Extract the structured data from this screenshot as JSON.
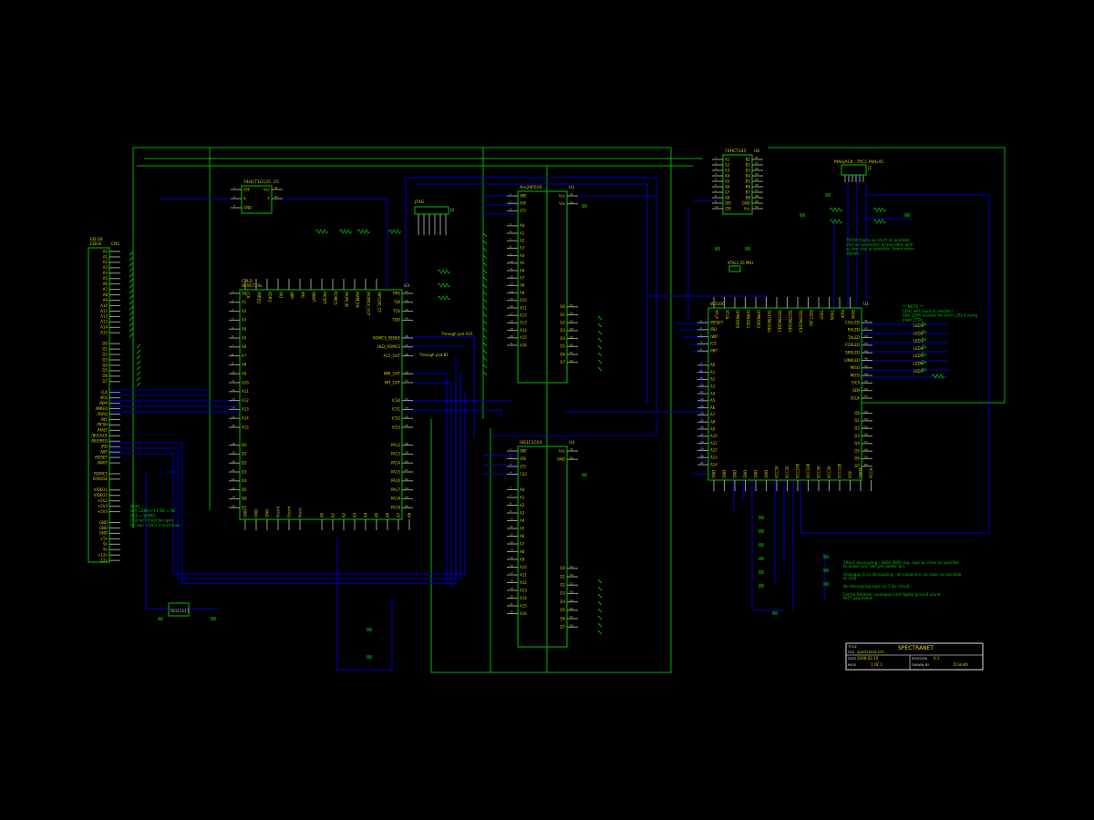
{
  "colors": {
    "background": "#000000",
    "component": "#00a000",
    "wire": "#0000c8",
    "text": "#d0d000",
    "note": "#00c000"
  },
  "title_block": {
    "title_label": "TITLE",
    "title": "SPECTRANET",
    "file_label": "FILE",
    "file": "spectranet.sch",
    "date_label": "DATE",
    "date": "2008-02-10",
    "page_label": "PAGE",
    "page": "1 OF 1",
    "revision_label": "REVISION",
    "revision": "0.1",
    "drawn_label": "DRAWN BY",
    "drawn": "D.Smith"
  },
  "components": {
    "edge": {
      "name": "ED-56",
      "sub": "EDGE",
      "ref": "CN1",
      "pins": [
        "A0",
        "A1",
        "A2",
        "A3",
        "A4",
        "A5",
        "A6",
        "A7",
        "A8",
        "A9",
        "A10",
        "A11",
        "A12",
        "A13",
        "A14",
        "A15",
        "",
        "D0",
        "D1",
        "D2",
        "D3",
        "D4",
        "D5",
        "D6",
        "D7",
        "",
        "CLK",
        "/IRQ",
        "/NMI",
        "/MREQ",
        "/IORQ",
        "/M1",
        "/RFSH",
        "/HALT",
        "/BUSACK",
        "/BUSREQ",
        "/RD",
        "/WR",
        "/RESET",
        "/WAIT",
        "",
        "ROMCS",
        "IORQGE",
        "",
        "VIDEO1",
        "VIDEO2",
        "+5V2",
        "+5V3",
        "+5V4",
        "",
        "GND",
        "GND",
        "GND",
        "+5v",
        "9v",
        "9v",
        "+12v",
        "-12v"
      ]
    },
    "cpld": {
      "name": "CPLD",
      "sub": "XC9572XL",
      "ref": "U3",
      "left": [
        "A0",
        "A1",
        "A2",
        "A3",
        "A4",
        "A5",
        "A6",
        "A7",
        "A8",
        "A9",
        "A10",
        "A11",
        "A12",
        "A13",
        "A14",
        "A15",
        "",
        "D0",
        "D1",
        "D2",
        "D3",
        "D4",
        "D5",
        "D6",
        "D7"
      ],
      "right": [
        "TMS",
        "TDI",
        "TCK",
        "TDO",
        "",
        "ROMCS_SENSE",
        "HLD_ROMCS",
        "A15_OUT",
        "",
        "NMI_OUT",
        "INT_OUT",
        "",
        "/CS0",
        "/CS1",
        "/CS2",
        "/CS3",
        "",
        "PA12",
        "PA13",
        "PA14",
        "PA15",
        "PA16",
        "PA17",
        "PA18",
        "PA19"
      ],
      "top": [
        "CLK",
        "/MREQ",
        "/IORQ",
        "/RD",
        "/WR",
        "/M1",
        "/WAIT",
        "/RESET",
        "ROMCS",
        "/ROM_IN",
        "/RAM_EN",
        "/ROMCS_OUT",
        "/W5100_CS"
      ],
      "bottom": [
        "GND",
        "GND",
        "GND",
        "Vccint",
        "Vccint",
        "Vccio",
        "",
        "A0",
        "A1",
        "A2",
        "A3",
        "A4",
        "A5",
        "A6",
        "A7",
        "A8"
      ]
    },
    "buffer": {
      "name": "74HCT1G125",
      "ref": "U5",
      "left": [
        "/OE",
        "A",
        "GND"
      ],
      "right": [
        "Vcc",
        "Y"
      ]
    },
    "flash": {
      "name": "Am29F010",
      "ref": "U2",
      "left": [
        "/WE",
        "/OE",
        "/CS",
        "",
        "A0",
        "A1",
        "A2",
        "A3",
        "A4",
        "A5",
        "A6",
        "A7",
        "A8",
        "A9",
        "A10",
        "A11",
        "A12",
        "A13",
        "A14",
        "A15",
        "A16"
      ],
      "right": [
        "Vcc",
        "Vss",
        "",
        "",
        "",
        "",
        "",
        "",
        "",
        "",
        "",
        "",
        "",
        "",
        "D0",
        "D1",
        "D2",
        "D3",
        "D4",
        "D5",
        "D6",
        "D7"
      ]
    },
    "sram": {
      "name": "IS61C1024",
      "ref": "U4",
      "left": [
        "/WE",
        "/OE",
        "/CS",
        "CS2",
        "",
        "A0",
        "A1",
        "A2",
        "A3",
        "A4",
        "A5",
        "A6",
        "A7",
        "A8",
        "A9",
        "A10",
        "A11",
        "A12",
        "A13",
        "A14",
        "A15",
        "A16"
      ],
      "right": [
        "Vcc",
        "GND",
        "",
        "",
        "",
        "",
        "",
        "",
        "",
        "",
        "",
        "",
        "",
        "",
        "D0",
        "D1",
        "D2",
        "D3",
        "D4",
        "D5",
        "D6",
        "D7"
      ]
    },
    "w5100": {
      "name": "W5100",
      "ref": "U1",
      "left": [
        "/RESET",
        "/RD",
        "/WR",
        "/CS",
        "/INT",
        "",
        "A0",
        "A1",
        "A2",
        "A3",
        "A4",
        "A5",
        "A6",
        "A7",
        "A8",
        "A9",
        "A10",
        "A11",
        "A12",
        "A13",
        "A14"
      ],
      "right": [
        "COLLED",
        "RXLED",
        "TXLED",
        "FDXLED",
        "SPDLED",
        "LINKLED",
        "MISO",
        "MOSI",
        "/SCS",
        "SEN",
        "SCLK",
        "",
        "D0",
        "D1",
        "D2",
        "D3",
        "D4",
        "D5",
        "D6",
        "D7"
      ],
      "top": [
        "XTLP",
        "XTLN",
        "OPMODE0",
        "OPMODE1",
        "OPMODE2",
        "TESTMODE0",
        "TESTMODE1",
        "TESTMODE2",
        "TESTMODE3",
        "RSET_BG",
        "TXOP",
        "TXON",
        "RXIP",
        "RXIN"
      ],
      "bottom": [
        "GND",
        "GND",
        "GND",
        "GND",
        "GND",
        "GND",
        "VCC3V",
        "VCC3V",
        "VCC1V8",
        "VCC1V8",
        "VCC3V",
        "VCC3V",
        "VCC1V8",
        "V18",
        "GNDA",
        "VCCA"
      ]
    },
    "buf245": {
      "name": "74HCT245",
      "ref": "U6",
      "left": [
        "A1",
        "A2",
        "A3",
        "A4",
        "A5",
        "A6",
        "A7",
        "A8",
        "DIR",
        "/OE"
      ],
      "right": [
        "B1",
        "B2",
        "B3",
        "B4",
        "B5",
        "B6",
        "B7",
        "B8",
        "GND",
        "Vcc"
      ]
    },
    "magjack": {
      "name": "MAGJACK - PYCC MAG45",
      "ref": "J1"
    },
    "jtag": {
      "name": "JTAG",
      "ref": "J2"
    },
    "leds": [
      "LED1",
      "LED2",
      "LED3",
      "LED4",
      "LED5",
      "LED6",
      "LED7"
    ]
  },
  "labels": {
    "through_a25": "Through pad A25",
    "through_b1": "Through pad B1",
    "crystal": "XTAL1 25 MHz",
    "reg": "REG1117"
  },
  "notes": {
    "edge_note": [
      "Note:",
      "IBM 128K+/+2 B4 = NC",
      "A25 = VIDEO",
      "Connect must be open",
      "for non +2A/+3 machines"
    ],
    "diff_note": [
      "TX/RX traces as short as possible",
      "and as symmetric as possible, with",
      "as few vias as possible. Avoid other",
      "signals."
    ],
    "led_note": [
      "** NOTE **",
      "LEDs with built-in resistor!",
      "Add 330R resistor for each LED if using",
      "plain LEDs."
    ],
    "decoupling": [
      "100nF decoupling - 0805 SMD chip caps as close as possible",
      "to power pin, two per power pin.",
      "Analogue 3.3v decoupling - all capacitors as close as possible",
      "to chip.",
      "No decoupling caps on 1.8v circuit.",
      "Ferrite between analogue and digital ground plane",
      "NOT populated."
    ]
  }
}
